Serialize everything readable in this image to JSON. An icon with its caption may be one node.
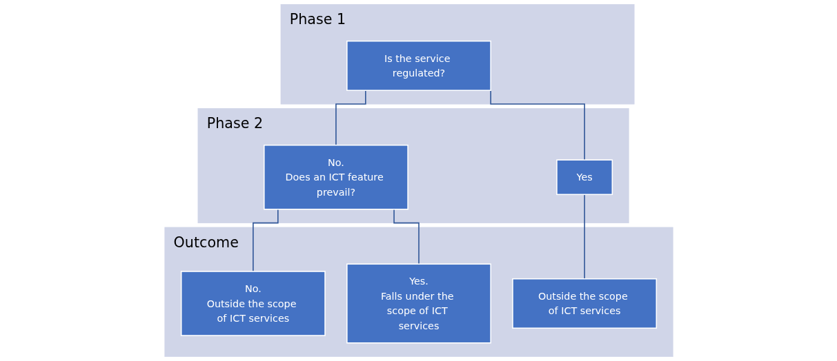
{
  "diagram": {
    "nodes": [
      {
        "text": [
          "Phase 1"
        ]
      },
      {
        "text": [
          "Is the service regulated?"
        ],
        "in": 0
      },
      {
        "text": [
          "Phase 2"
        ]
      },
      {
        "text": [
          "No.",
          "Does an ICT feature prevail?"
        ],
        "in": 2
      },
      {
        "text": [
          "Yes"
        ],
        "in": 2
      },
      {
        "text": [
          "Outcome"
        ]
      },
      {
        "text": [
          "No.",
          "Outside the scope of ICT services"
        ],
        "in": 5
      },
      {
        "text": [
          "Yes.",
          "Falls under the scope of ICT services"
        ],
        "in": 5
      },
      {
        "text": [
          "Outside the scope of ICT services"
        ],
        "in": 5
      }
    ],
    "edges": [
      {
        "from": 1,
        "to": 3,
        "arrow": "none"
      },
      {
        "from": 1,
        "to": 4,
        "arrow": "none"
      },
      {
        "from": 3,
        "to": 6,
        "arrow": "none"
      },
      {
        "from": 3,
        "to": 7,
        "arrow": "none"
      },
      {
        "from": 4,
        "to": 8,
        "arrow": "none"
      }
    ]
  }
}
